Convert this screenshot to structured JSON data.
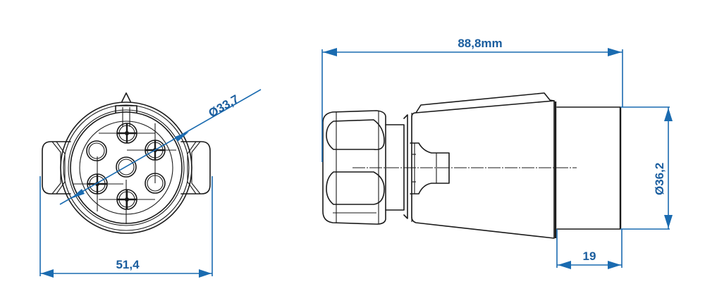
{
  "drawing": {
    "subject": "7-pin trailer plug connector",
    "colors": {
      "outline": "#1a1a1a",
      "dimension": "#1a6bb0",
      "dimension_text": "#1a5d9e",
      "background": "#ffffff"
    },
    "front_view": {
      "pin_count": 7,
      "dimensions": {
        "diameter_label": "Ø33,7",
        "width_label": "51,4"
      }
    },
    "side_view": {
      "dimensions": {
        "length_label": "88,8mm",
        "diameter_label": "Ø36,2",
        "collar_length_label": "19"
      }
    }
  }
}
